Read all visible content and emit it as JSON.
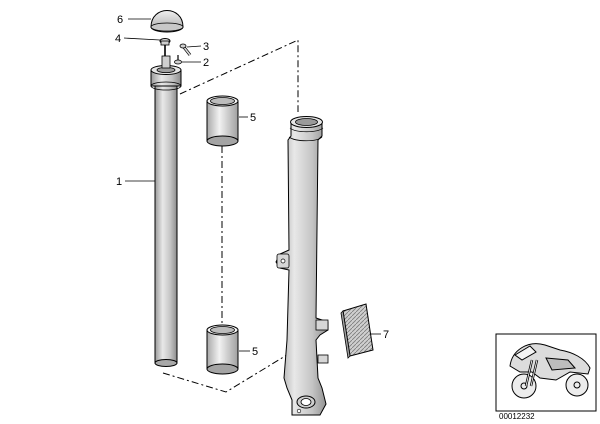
{
  "callouts": [
    {
      "id": "6",
      "label": "6"
    },
    {
      "id": "4",
      "label": "4"
    },
    {
      "id": "3",
      "label": "3"
    },
    {
      "id": "2",
      "label": "2"
    },
    {
      "id": "5a",
      "label": "5"
    },
    {
      "id": "1",
      "label": "1"
    },
    {
      "id": "7",
      "label": "7"
    },
    {
      "id": "5b",
      "label": "5"
    }
  ],
  "inset": {
    "code": "00012232"
  },
  "colors": {
    "line": "#000000",
    "gray": "#b0b0b0",
    "light": "#e6e6e6",
    "mid": "#d0d0d0",
    "dark": "#8a8a8a"
  }
}
